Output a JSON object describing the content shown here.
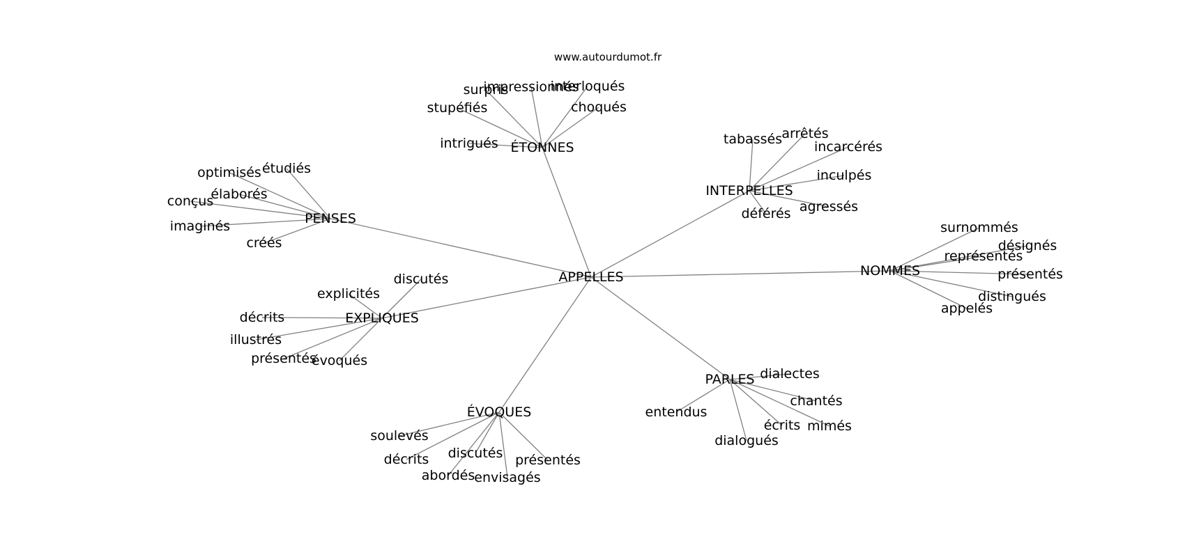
{
  "source": "www.autourdumot.fr",
  "colors": {
    "edge": "#808080",
    "text": "#000000",
    "background": "#ffffff"
  },
  "graph": {
    "center": "APPELLES",
    "groups": [
      {
        "name": "ÉTONNES",
        "words": [
          "surpris",
          "impressionnés",
          "interloqués",
          "stupéfiés",
          "choqués",
          "intrigués"
        ]
      },
      {
        "name": "INTERPELLES",
        "words": [
          "tabassés",
          "arrêtés",
          "incarcérés",
          "inculpés",
          "agressés",
          "déférés"
        ]
      },
      {
        "name": "PENSES",
        "words": [
          "optimisés",
          "étudiés",
          "élaborés",
          "conçus",
          "imaginés",
          "créés"
        ]
      },
      {
        "name": "NOMMES",
        "words": [
          "surnommés",
          "désignés",
          "représentés",
          "présentés",
          "distingués",
          "appelés"
        ]
      },
      {
        "name": "EXPLIQUES",
        "words": [
          "discutés",
          "explicités",
          "décrits",
          "illustrés",
          "présentés",
          "évoqués"
        ]
      },
      {
        "name": "PARLES",
        "words": [
          "dialectes",
          "chantés",
          "entendus",
          "écrits",
          "mimés",
          "dialogués"
        ]
      },
      {
        "name": "ÉVOQUES",
        "words": [
          "soulevés",
          "décrits",
          "discutés",
          "présentés",
          "abordés",
          "envisagés"
        ]
      }
    ]
  }
}
